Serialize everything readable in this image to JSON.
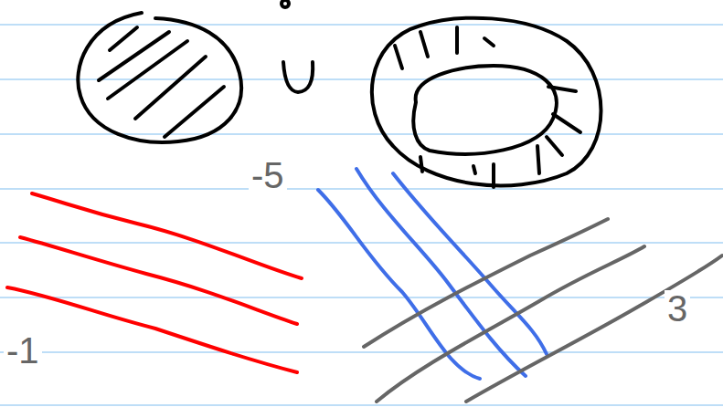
{
  "diagram": {
    "labels": [
      "-5",
      "3",
      "-1"
    ]
  }
}
